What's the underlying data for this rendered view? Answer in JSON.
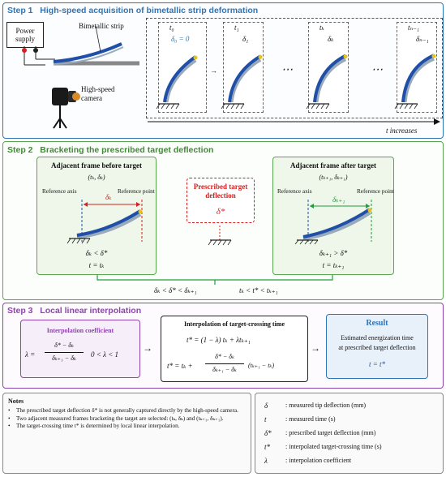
{
  "step1": {
    "label": "Step 1",
    "title": "High-speed acquisition of bimetallic strip deformation",
    "power_supply": "Power supply",
    "strip_label": "Bimetallic strip",
    "camera_label": "High-speed camera",
    "frames": [
      {
        "time": "t₀",
        "defl": "δ₀ = 0"
      },
      {
        "time": "t₁",
        "defl": "δ₁"
      },
      {
        "time": "tₖ",
        "defl": "δₖ"
      },
      {
        "time": "tₙ₋₁",
        "defl": "δₙ₋₁"
      }
    ],
    "ellipsis": "⋯",
    "time_axis": "t increases"
  },
  "step2": {
    "label": "Step 2",
    "title": "Bracketing the prescribed target deflection",
    "before": {
      "title": "Adjacent frame before target",
      "pair": "(tₖ, δₖ)",
      "ref_axis": "Reference axis",
      "ref_point": "Reference point",
      "delta": "δₖ",
      "cond1": "δₖ < δ*",
      "cond2": "t = tₖ"
    },
    "target": {
      "title": "Prescribed target deflection",
      "symbol": "δ*"
    },
    "after": {
      "title": "Adjacent frame after target",
      "pair": "(tₖ₊₁, δₖ₊₁)",
      "ref_axis": "Reference axis",
      "ref_point": "Reference point",
      "delta": "δₖ₊₁",
      "cond1": "δₖ₊₁ > δ*",
      "cond2": "t = tₖ₊₁"
    },
    "ineq_delta": "δₖ < δ* < δₖ₊₁",
    "ineq_time": "tₖ < t* < tₖ₊₁"
  },
  "step3": {
    "label": "Step 3",
    "title": "Local linear interpolation",
    "coef_title": "Interpolation coefficient",
    "coef_lhs": "λ =",
    "coef_num": "δ* − δₖ",
    "coef_den": "δₖ₊₁ − δₖ",
    "coef_range": "0 < λ < 1",
    "interp_title": "Interpolation of target-crossing time",
    "eq1": "t* = (1 − λ) tₖ + λtₖ₊₁",
    "eq2_lhs": "t* = tₖ +",
    "eq2_num": "δ* − δₖ",
    "eq2_den": "δₖ₊₁ − δₖ",
    "eq2_rhs": "(tₖ₊₁ − tₖ)",
    "result_title": "Result",
    "result_line1": "Estimated energization time",
    "result_line2": "at prescribed target deflection",
    "result_eq": "t = t*"
  },
  "notes": {
    "title": "Notes",
    "items": [
      "The prescribed target deflection δ* is not generally captured directly by the high-speed camera.",
      "Two adjacent measured frames bracketing the target are selected: (tₖ, δₖ) and (tₖ₊₁, δₖ₊₁).",
      "The target-crossing time t* is determined by local linear interpolation."
    ]
  },
  "legend": [
    {
      "sym": "δ",
      "desc": ": measured tip deflection (mm)"
    },
    {
      "sym": "t",
      "desc": ": measured time (s)"
    },
    {
      "sym": "δ*",
      "desc": ": prescribed target deflection (mm)"
    },
    {
      "sym": "t*",
      "desc": ": interpolated target-crossing time (s)"
    },
    {
      "sym": "λ",
      "desc": ": interpolation coefficient"
    }
  ],
  "colors": {
    "step1": "#2e75b6",
    "step2": "#5aa64e",
    "step3": "#8e44ad",
    "strip": "#1f4fa8",
    "red": "#d62020",
    "green": "#1f9e3a"
  }
}
